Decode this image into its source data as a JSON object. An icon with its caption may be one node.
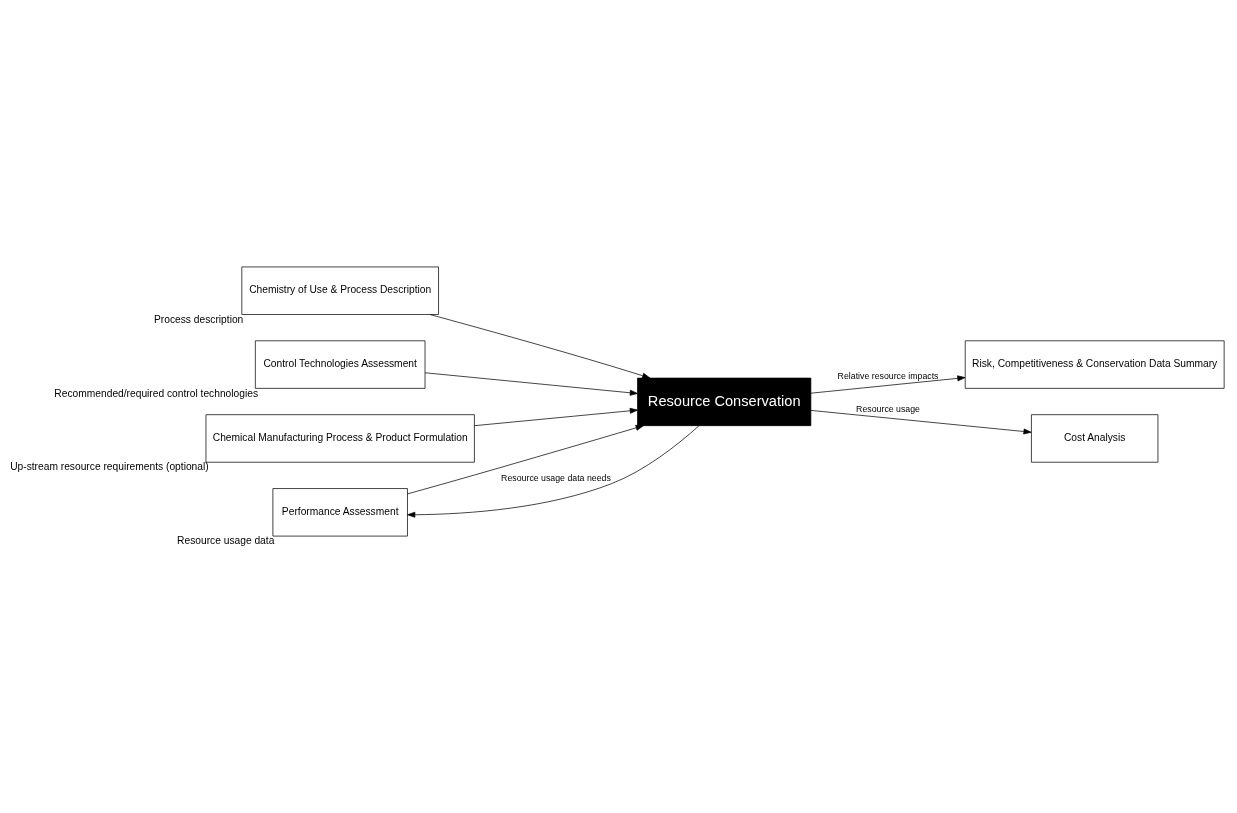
{
  "diagram": {
    "nodes": [
      {
        "text": [
          "Chemistry of Use & Process Description"
        ],
        "beside": [
          "Process description"
        ]
      },
      {
        "text": [
          "Control Technologies Assessment"
        ],
        "beside": [
          "Recommended/required control technologies"
        ]
      },
      {
        "text": [
          "Chemical Manufacturing Process & Product Formulation"
        ],
        "beside": [
          "Up-stream resource requirements (optional)"
        ]
      },
      {
        "text": [
          "Performance Assessment"
        ],
        "beside": [
          "Resource usage data"
        ]
      },
      {
        "text": [
          "Resource Conservation"
        ]
      },
      {
        "text": [
          "Risk, Competitiveness & Conservation Data Summary"
        ]
      },
      {
        "text": [
          "Cost Analysis"
        ]
      }
    ],
    "edges": [
      {
        "from": 0,
        "to": 4,
        "arrow": "to"
      },
      {
        "from": 1,
        "to": 4,
        "arrow": "to"
      },
      {
        "from": 2,
        "to": 4,
        "arrow": "to"
      },
      {
        "from": 3,
        "to": 4,
        "arrow": "to"
      },
      {
        "from": 4,
        "to": 5,
        "arrow": "to",
        "label": "Relative resource impacts"
      },
      {
        "from": 4,
        "to": 6,
        "arrow": "to",
        "label": "Resource usage"
      },
      {
        "from": 4,
        "to": 3,
        "arrow": "to",
        "label": "Resource usage data needs"
      }
    ]
  }
}
